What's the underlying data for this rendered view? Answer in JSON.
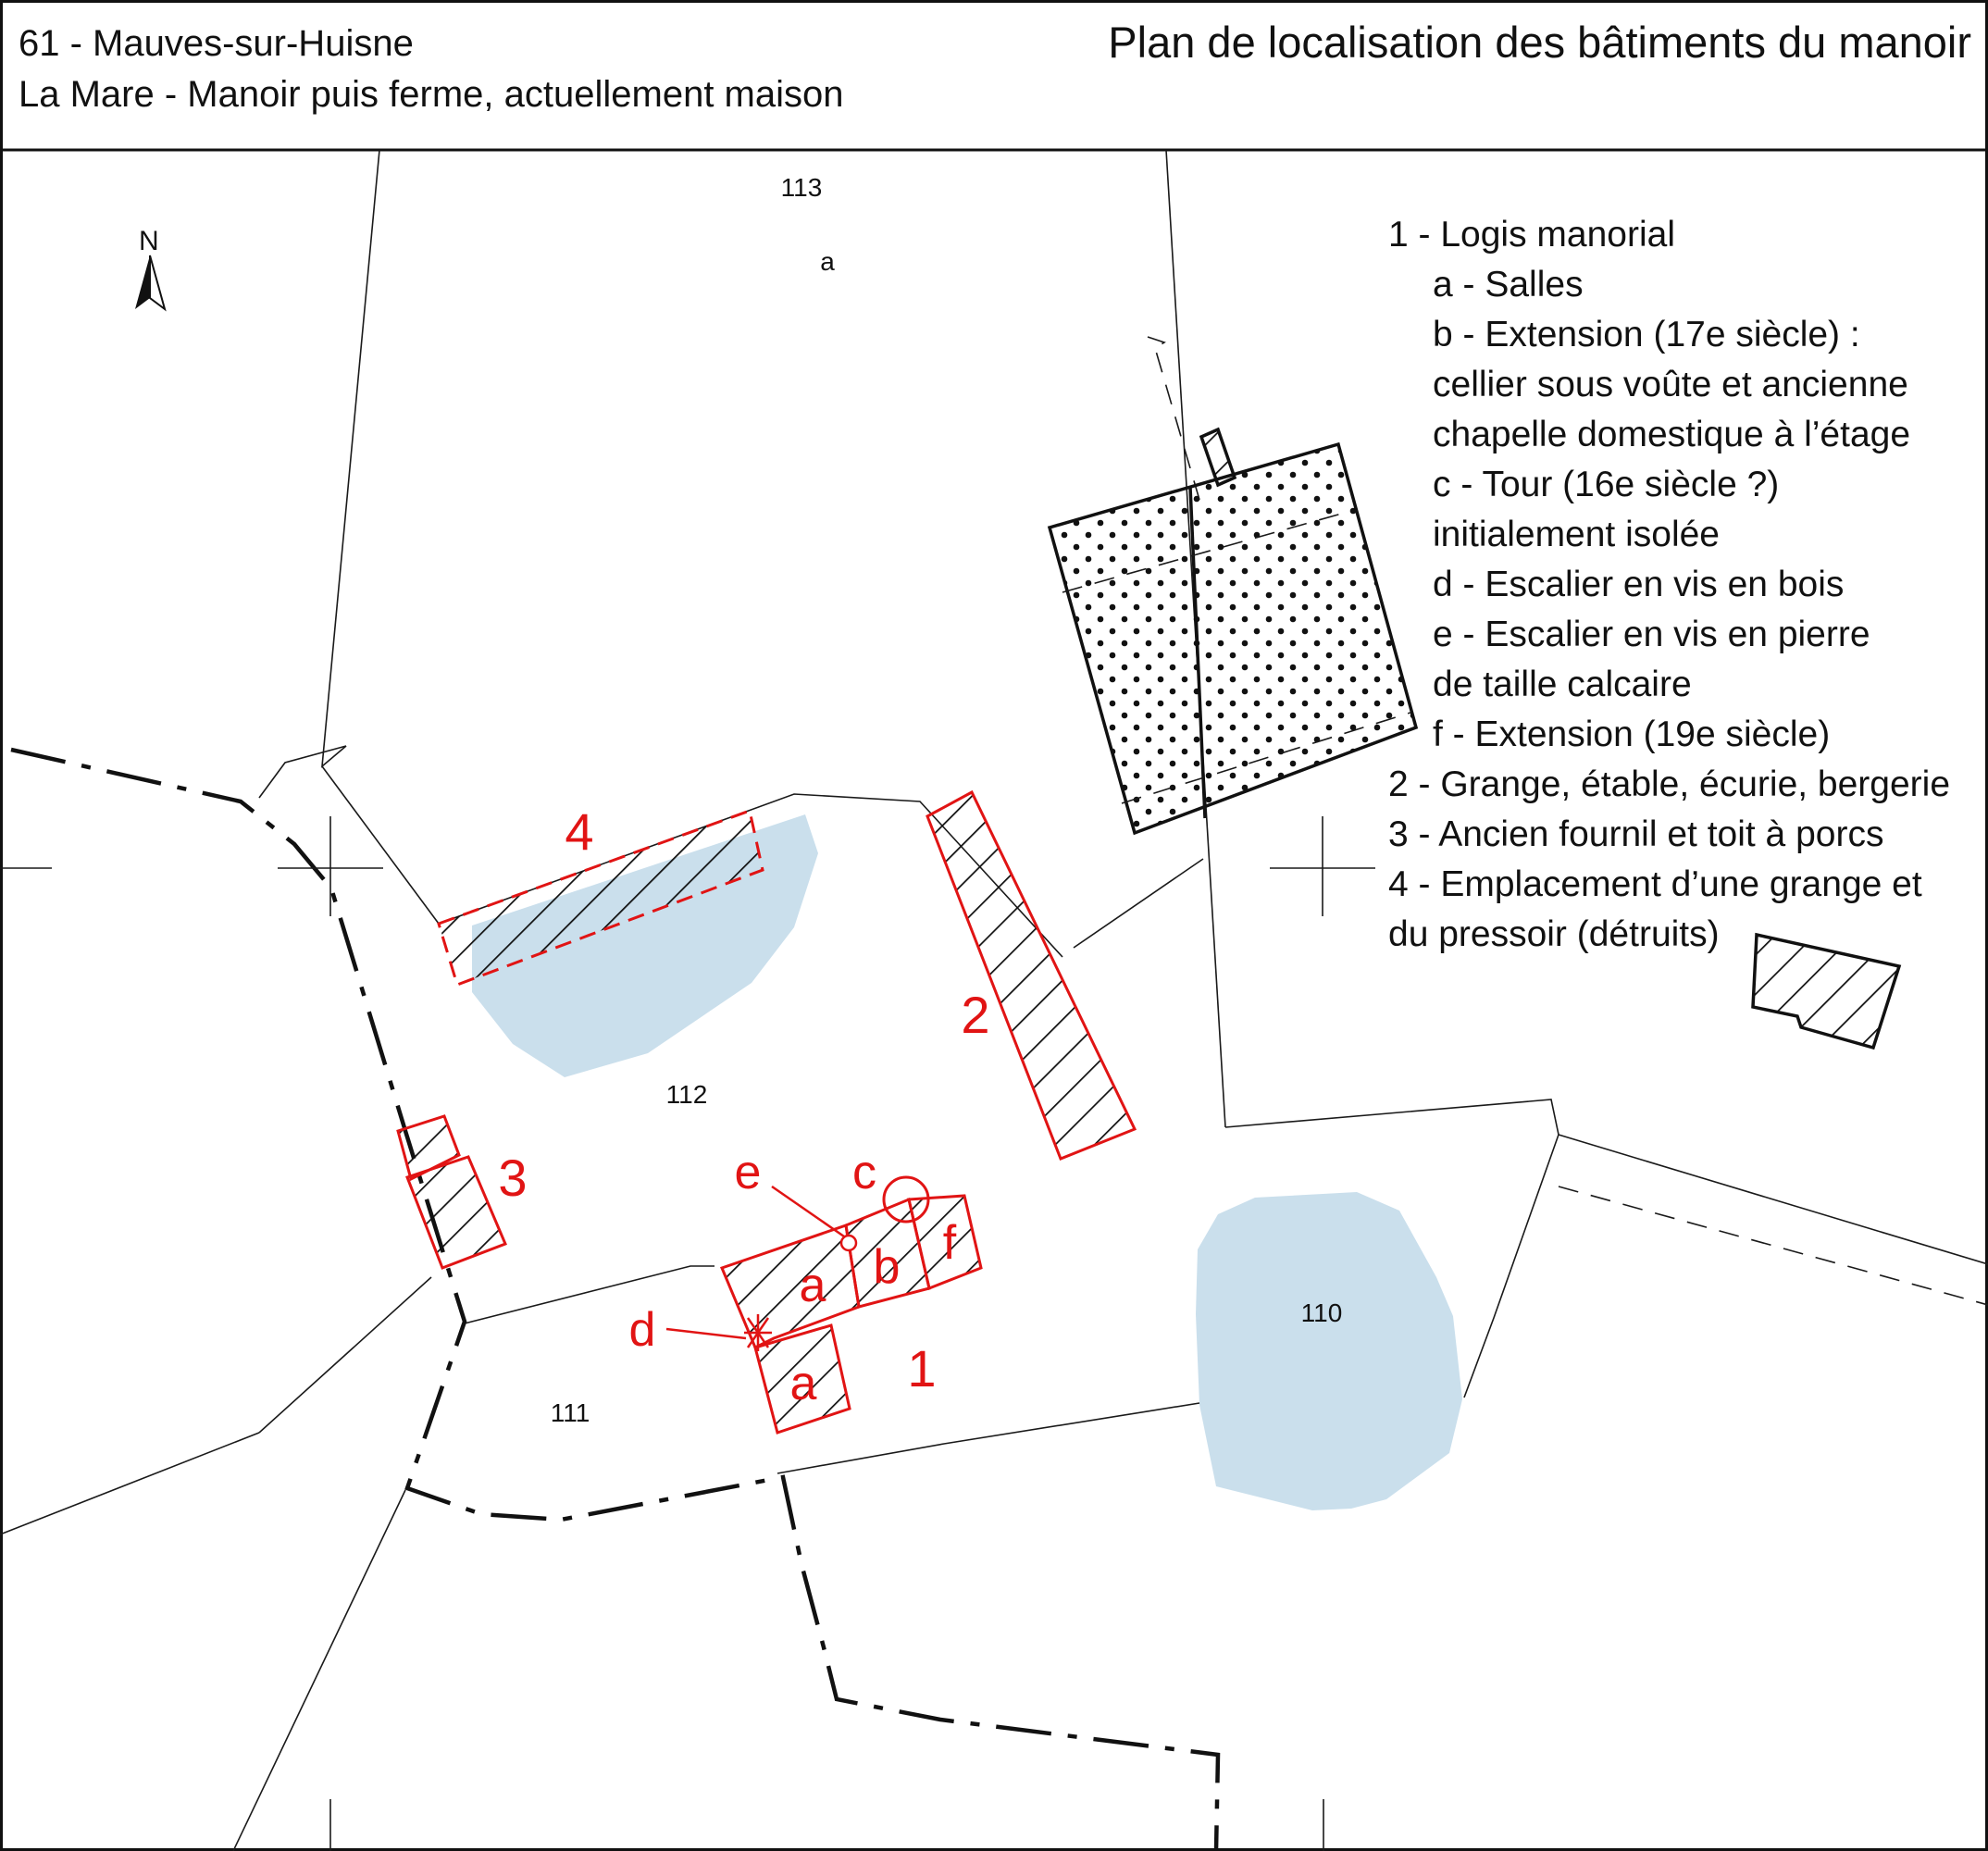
{
  "header": {
    "line1": "61 - Mauves-sur-Huisne",
    "line2": "La Mare - Manoir puis ferme, actuellement maison",
    "title": "Plan de localisation des bâtiments du manoir"
  },
  "north_arrow": {
    "label": "N"
  },
  "legend": {
    "lines": [
      "1 - Logis manorial",
      "a - Salles",
      "b - Extension (17e siècle) :",
      "cellier sous voûte et ancienne",
      "chapelle domestique à l’étage",
      "c - Tour (16e siècle ?)",
      "initialement isolée",
      "d - Escalier en vis en bois",
      "e - Escalier en vis en pierre",
      "de taille calcaire",
      "f - Extension (19e siècle)",
      "2 - Grange, étable, écurie, bergerie",
      "3 - Ancien fournil et toit à porcs",
      "4 - Emplacement d’une grange et",
      "du pressoir (détruits)"
    ]
  },
  "parcels": {
    "p113": "113",
    "p113_sub": "a",
    "p112": "112",
    "p111": "111",
    "p110": "110"
  },
  "building_labels": {
    "b1": "1",
    "b2": "2",
    "b3": "3",
    "b4": "4",
    "a1": "a",
    "a2": "a",
    "b": "b",
    "f": "f",
    "c": "c",
    "d": "d",
    "e": "e"
  },
  "colors": {
    "red": "#e11414",
    "water": "#cadfec",
    "ink": "#111111"
  }
}
